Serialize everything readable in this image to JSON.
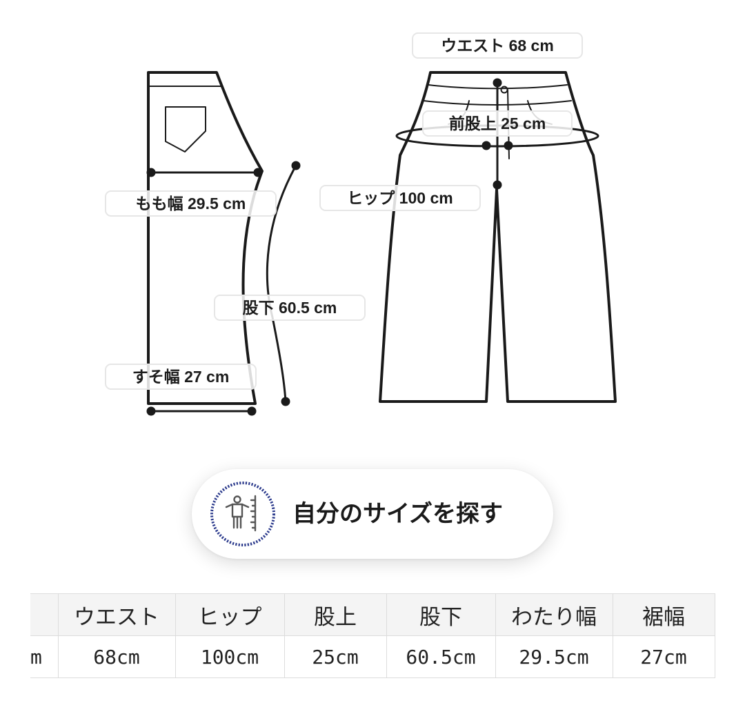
{
  "diagram": {
    "measurements": {
      "waist": "ウエスト 68 cm",
      "front_rise": "前股上 25 cm",
      "hip": "ヒップ 100 cm",
      "thigh": "もも幅 29.5 cm",
      "inseam": "股下 60.5 cm",
      "hem": "すそ幅 27 cm"
    }
  },
  "size_finder": {
    "label": "自分のサイズを探す",
    "icon": "person-measure-icon",
    "accent_color": "#2b3a8c"
  },
  "size_table": {
    "headers": [
      "",
      "ウエスト",
      "ヒップ",
      "股上",
      "股下",
      "わたり幅",
      "裾幅"
    ],
    "rows": [
      [
        "m",
        "68cm",
        "100cm",
        "25cm",
        "60.5cm",
        "29.5cm",
        "27cm"
      ]
    ]
  }
}
